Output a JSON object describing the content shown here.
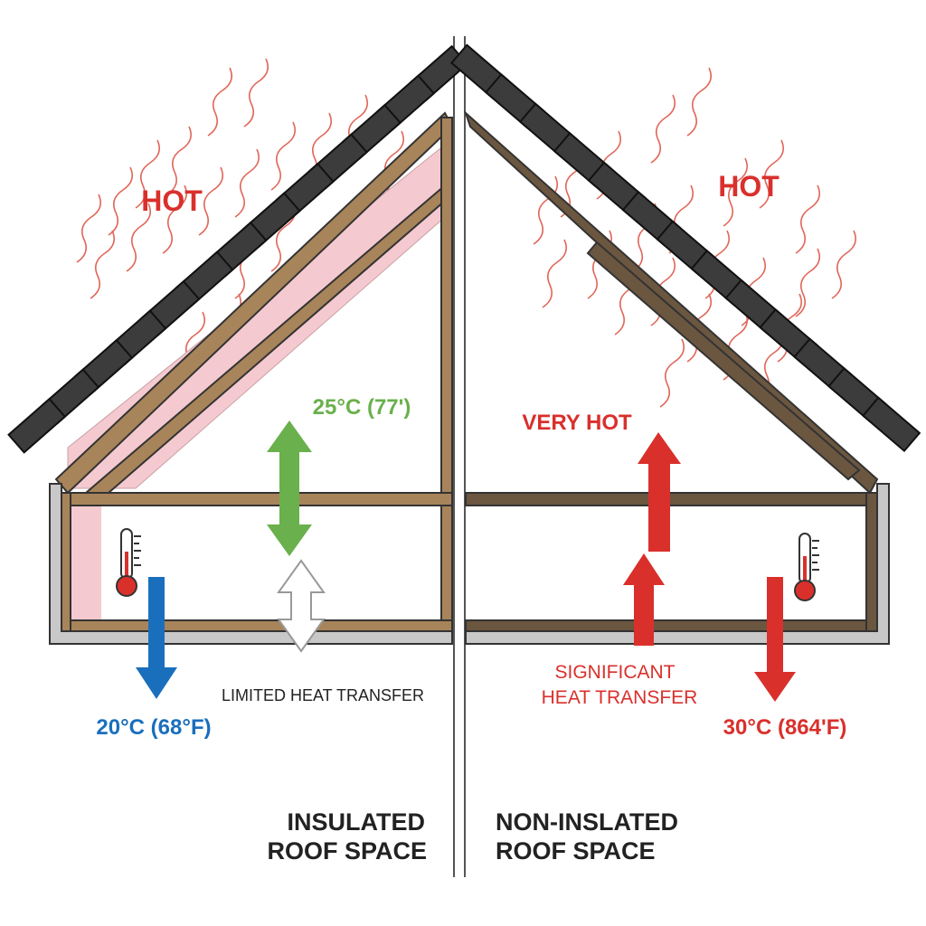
{
  "colors": {
    "hot": "#d9302c",
    "cool": "#1a6fbd",
    "warm_green": "#6ab04c",
    "insulation": "#f4c9cf",
    "timber_light": "#a8845a",
    "timber_dark": "#6b5640",
    "shingle": "#3c3c3c",
    "slab": "#c8c8c8"
  },
  "left": {
    "hot_label": "HOT",
    "attic_temp": "25°C (77')",
    "room_temp": "20°C (68°F)",
    "transfer_label": "LIMITED HEAT TRANSFER",
    "title_line1": "INSULATED",
    "title_line2": "ROOF SPACE"
  },
  "right": {
    "hot_label": "HOT",
    "attic_label": "VERY HOT",
    "room_temp": "30°C (864'F)",
    "transfer_line1": "SIGNIFICANT",
    "transfer_line2": "HEAT TRANSFER",
    "title_line1": "NON-INSLATED",
    "title_line2": "ROOF SPACE"
  },
  "icons": [
    "thermometer-icon",
    "arrow-up-icon",
    "arrow-down-icon",
    "double-arrow-icon",
    "heat-wave-icon"
  ]
}
